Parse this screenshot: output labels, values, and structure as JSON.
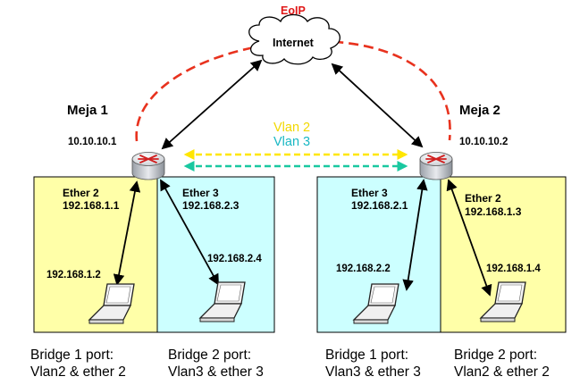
{
  "labels": {
    "eoip": "EoIP",
    "internet": "Internet",
    "vlan2": "Vlan 2",
    "vlan3": "Vlan 3"
  },
  "site1": {
    "name": "Meja 1",
    "router_ip": "10.10.10.1",
    "ether2": {
      "name": "Ether 2",
      "ip": "192.168.1.1",
      "laptop_ip": "192.168.1.2"
    },
    "ether3": {
      "name": "Ether 3",
      "ip": "192.168.2.3",
      "laptop_ip": "192.168.2.4"
    },
    "bridge1": {
      "line1": "Bridge 1 port:",
      "line2": "Vlan2 & ether 2"
    },
    "bridge2": {
      "line1": "Bridge 2 port:",
      "line2": "Vlan3 & ether 3"
    }
  },
  "site2": {
    "name": "Meja 2",
    "router_ip": "10.10.10.2",
    "ether3": {
      "name": "Ether 3",
      "ip": "192.168.2.1",
      "laptop_ip": "192.168.2.2"
    },
    "ether2": {
      "name": "Ether 2",
      "ip": "192.168.1.3",
      "laptop_ip": "192.168.1.4"
    },
    "bridge1": {
      "line1": "Bridge 1 port:",
      "line2": "Vlan3 & ether 3"
    },
    "bridge2": {
      "line1": "Bridge 2 port:",
      "line2": "Vlan2 & ether 2"
    }
  },
  "colors": {
    "yellow_zone": "#ffffa8",
    "cyan_zone": "#ccffff",
    "eoip_line": "#e8321e",
    "eoip_text": "#e01818",
    "vlan2_line": "#ffe600",
    "vlan2_text": "#f2d800",
    "vlan3_line": "#19c8a0",
    "vlan3_text": "#1ab8c4"
  }
}
